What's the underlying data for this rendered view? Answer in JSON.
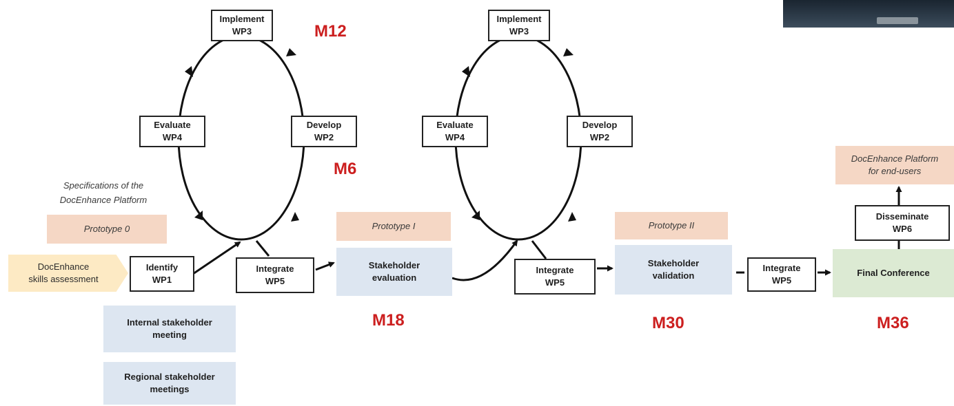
{
  "cycle1": {
    "implement": "Implement\nWP3",
    "develop": "Develop\nWP2",
    "evaluate": "Evaluate\nWP4",
    "milestone_top": "M12",
    "milestone_mid": "M6"
  },
  "cycle2": {
    "implement": "Implement\nWP3",
    "develop": "Develop\nWP2",
    "evaluate": "Evaluate\nWP4"
  },
  "specs_note": "Specifications of the\nDocEnhance Platform",
  "prototypes": {
    "p0": "Prototype 0",
    "p1": "Prototype I",
    "p2": "Prototype II"
  },
  "flow": {
    "assessment": "DocEnhance\nskills assessment",
    "identify": "Identify\nWP1",
    "integrate1": "Integrate\nWP5",
    "stakeholder_eval": "Stakeholder\nevaluation",
    "integrate2": "Integrate\nWP5",
    "stakeholder_valid": "Stakeholder\nvalidation",
    "integrate3": "Integrate\nWP5",
    "final_conference": "Final Conference",
    "disseminate": "Disseminate\nWP6",
    "platform": "DocEnhance Platform\nfor end-users"
  },
  "meetings": {
    "internal": "Internal stakeholder\nmeeting",
    "regional": "Regional stakeholder\nmeetings"
  },
  "milestones": {
    "m18": "M18",
    "m30": "M30",
    "m36": "M36"
  }
}
